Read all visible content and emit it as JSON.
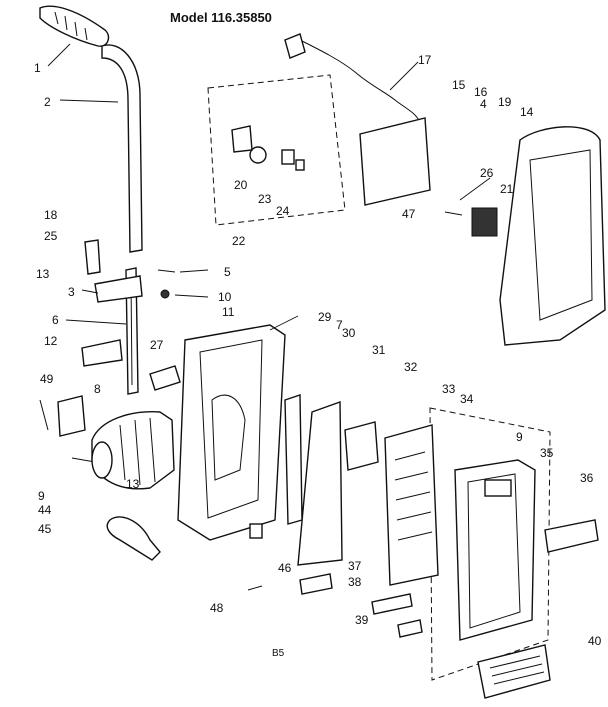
{
  "title": "Model 116.35850",
  "footer": "B5",
  "callouts": [
    "1",
    "2",
    "5",
    "18",
    "25",
    "13",
    "3",
    "10",
    "11",
    "6",
    "12",
    "49",
    "8",
    "9",
    "44",
    "45",
    "13",
    "27",
    "29",
    "7",
    "30",
    "31",
    "32",
    "33",
    "34",
    "9",
    "35",
    "36",
    "46",
    "37",
    "38",
    "39",
    "40",
    "48",
    "20",
    "23",
    "24",
    "22",
    "17",
    "15",
    "16",
    "4",
    "19",
    "14",
    "26",
    "21",
    "47"
  ]
}
